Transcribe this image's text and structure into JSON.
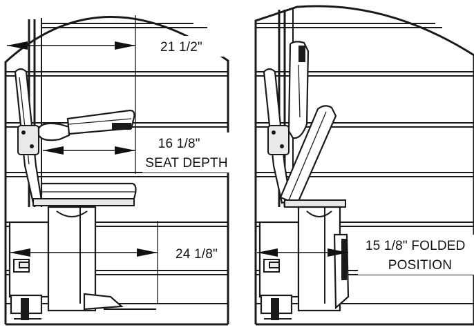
{
  "diagram": {
    "left_panel": {
      "dimensions": [
        {
          "id": "overall-width",
          "label_lines": [
            "21 1/2\""
          ]
        },
        {
          "id": "seat-depth",
          "label_lines": [
            "16 1/8\"",
            "SEAT DEPTH"
          ]
        },
        {
          "id": "base-depth",
          "label_lines": [
            "24 1/8\""
          ]
        }
      ]
    },
    "right_panel": {
      "dimensions": [
        {
          "id": "folded-depth",
          "label_lines": [
            "15 1/8\" FOLDED",
            "POSITION"
          ]
        }
      ]
    }
  }
}
